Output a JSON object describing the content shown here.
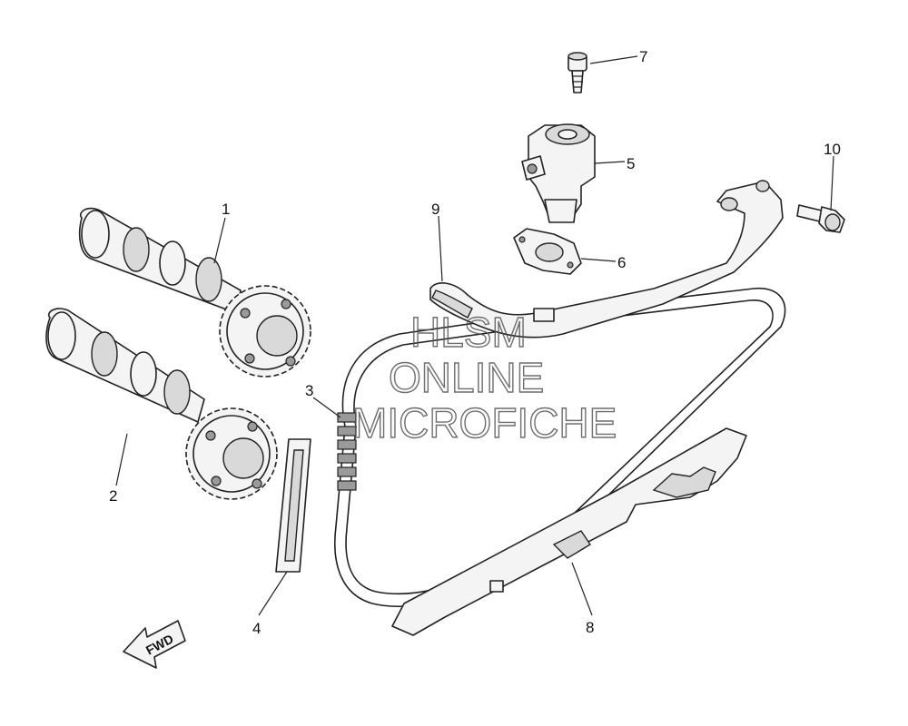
{
  "callouts": [
    {
      "id": "c1",
      "label": "1"
    },
    {
      "id": "c2",
      "label": "2"
    },
    {
      "id": "c3",
      "label": "3"
    },
    {
      "id": "c4",
      "label": "4"
    },
    {
      "id": "c5",
      "label": "5"
    },
    {
      "id": "c6",
      "label": "6"
    },
    {
      "id": "c7",
      "label": "7"
    },
    {
      "id": "c8",
      "label": "8"
    },
    {
      "id": "c9",
      "label": "9"
    },
    {
      "id": "c10",
      "label": "10"
    }
  ],
  "direction_arrow": {
    "label": "FWD"
  },
  "watermark": {
    "line1": "HLSM",
    "line2": "ONLINE",
    "line3": "MICROFICHE"
  }
}
